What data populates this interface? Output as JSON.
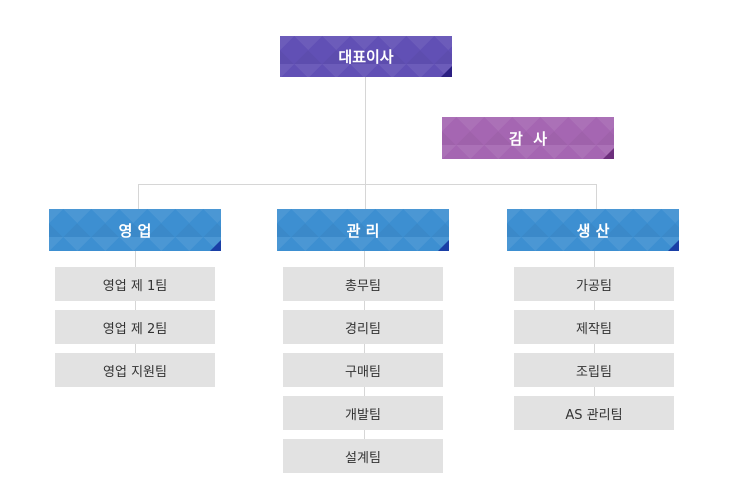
{
  "ceo": "대표이사",
  "audit": "감  사",
  "departments": [
    {
      "name": "영 업",
      "teams": [
        "영업 제 1팀",
        "영업 제 2팀",
        "영업 지원팀"
      ]
    },
    {
      "name": "관 리",
      "teams": [
        "총무팀",
        "경리팀",
        "구매팀",
        "개발팀",
        "설계팀"
      ]
    },
    {
      "name": "생 산",
      "teams": [
        "가공팀",
        "제작팀",
        "조립팀",
        "AS 관리팀"
      ]
    }
  ],
  "colors": {
    "ceo": "#6150b5",
    "audit": "#a566b2",
    "department": "#3d8fd1",
    "team": "#e2e2e2",
    "connector": "#d6d6d6"
  }
}
